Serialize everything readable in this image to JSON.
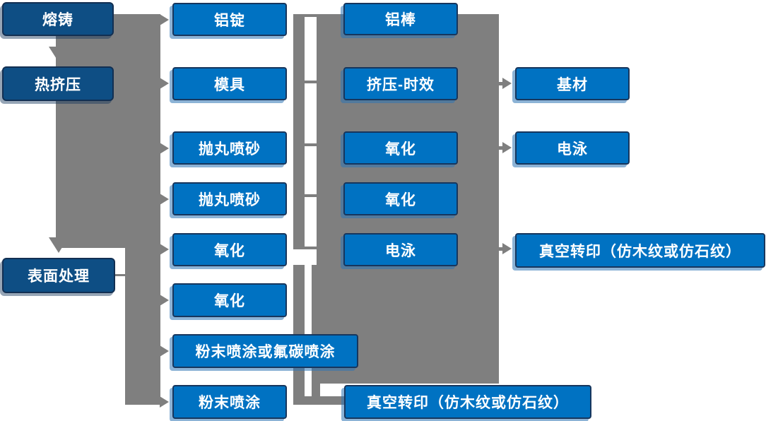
{
  "colors": {
    "node_fill": "#0072C2",
    "node_dark_fill": "#0E4E84",
    "node_border": "#17365D",
    "connector_gray": "#7F7F7F",
    "node_text": "#FFFFFF"
  },
  "columns": [
    {
      "id": "stage-1-process",
      "boxes": [
        {
          "id": "melting-casting",
          "label": "熔铸"
        },
        {
          "id": "hot-extrusion",
          "label": "热挤压"
        },
        {
          "id": "surface-treatment",
          "label": "表面处理"
        }
      ]
    },
    {
      "id": "stage-2",
      "boxes": [
        {
          "id": "aluminum-ingot",
          "label": "铝锭"
        },
        {
          "id": "mold",
          "label": "模具"
        },
        {
          "id": "shot-blasting-1",
          "label": "抛丸喷砂"
        },
        {
          "id": "shot-blasting-2",
          "label": "抛丸喷砂"
        },
        {
          "id": "oxidation-1",
          "label": "氧化"
        },
        {
          "id": "oxidation-2",
          "label": "氧化"
        },
        {
          "id": "powder-or-fluorocarbon-coating",
          "label": "粉末喷涂或氟碳喷涂"
        },
        {
          "id": "powder-coating",
          "label": "粉末喷涂"
        }
      ]
    },
    {
      "id": "stage-3",
      "boxes": [
        {
          "id": "aluminum-rod",
          "label": "铝棒"
        },
        {
          "id": "extrusion-aging",
          "label": "挤压-时效"
        },
        {
          "id": "oxidation-3",
          "label": "氧化"
        },
        {
          "id": "oxidation-4",
          "label": "氧化"
        },
        {
          "id": "electrophoresis-1",
          "label": "电泳"
        },
        {
          "id": "vacuum-transfer-print-1",
          "label": "真空转印（仿木纹或仿石纹）"
        }
      ]
    },
    {
      "id": "stage-4",
      "boxes": [
        {
          "id": "base-material",
          "label": "基材"
        },
        {
          "id": "electrophoresis-2",
          "label": "电泳"
        },
        {
          "id": "vacuum-transfer-print-2",
          "label": "真空转印（仿木纹或仿石纹）"
        }
      ]
    }
  ]
}
